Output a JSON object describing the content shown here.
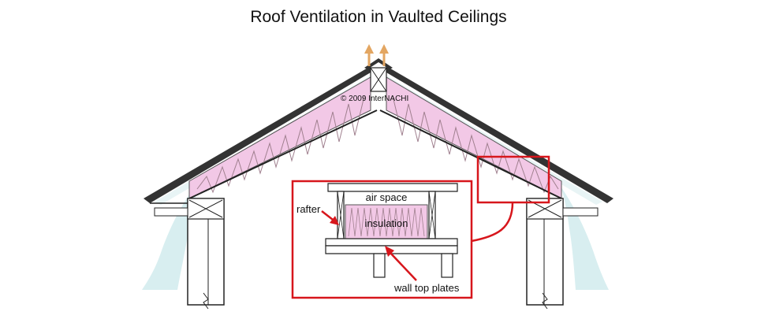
{
  "diagram": {
    "title": "Roof Ventilation in Vaulted Ceilings",
    "copyright": "© 2009 InterNACHI",
    "labels": {
      "air_space": "air space",
      "insulation": "insulation",
      "rafter": "rafter",
      "wall_top_plates": "wall top plates"
    },
    "colors": {
      "insulation": "#f2c8e6",
      "insulation_squiggle": "#a0808f",
      "air_flow": "#d8eef0",
      "vent_arrow": "#e3a662",
      "callout": "#d7161c",
      "line": "#222222"
    }
  }
}
